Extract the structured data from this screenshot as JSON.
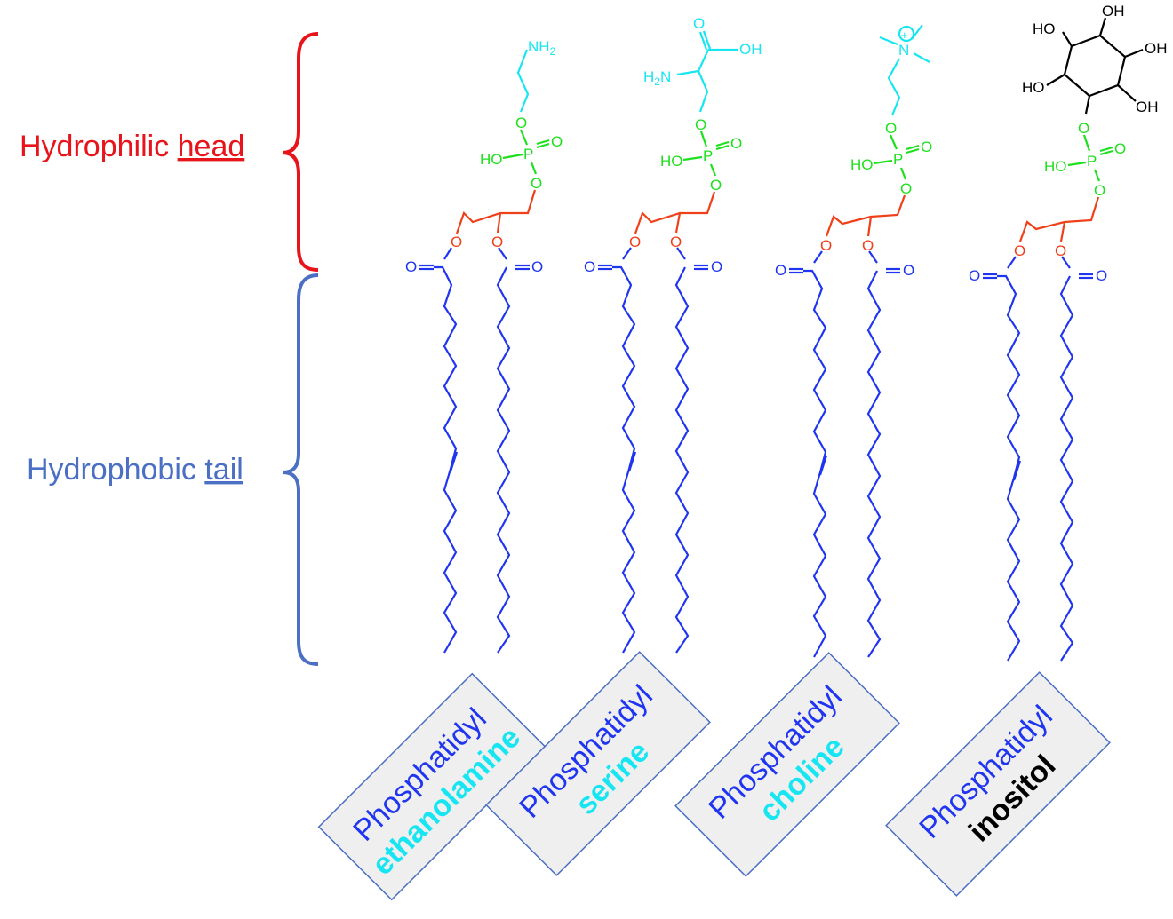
{
  "labels": {
    "head_prefix": "Hydrophilic ",
    "head_word": "head",
    "tail_prefix": "Hydrophobic ",
    "tail_word": "tail"
  },
  "colors": {
    "head_label": "#e8141b",
    "tail_label": "#4a6fc4",
    "head_group": "#17e5f2",
    "phosphate": "#1fe01f",
    "glycerol": "#f0401a",
    "fatty_acid": "#1f35f0",
    "inositol": "#000000",
    "box_fill": "#efefef",
    "box_stroke": "#4a6fc4"
  },
  "atoms": {
    "nh2": "NH",
    "nh2_sub": "2",
    "h2n_h": "H",
    "h2n_sub": "2",
    "h2n_n": "N",
    "o": "O",
    "oh": "OH",
    "ho": "HO",
    "p": "P",
    "n": "N",
    "plus": "+"
  },
  "lipids": [
    {
      "name_prefix": "Phosphatidyl",
      "name_head": "ethanolamine",
      "head_color": "#17e5f2"
    },
    {
      "name_prefix": "Phosphatidyl",
      "name_head": "serine",
      "head_color": "#17e5f2"
    },
    {
      "name_prefix": "Phosphatidyl",
      "name_head": "choline",
      "head_color": "#17e5f2"
    },
    {
      "name_prefix": "Phosphatidyl",
      "name_head": "inositol",
      "head_color": "#000000"
    }
  ]
}
